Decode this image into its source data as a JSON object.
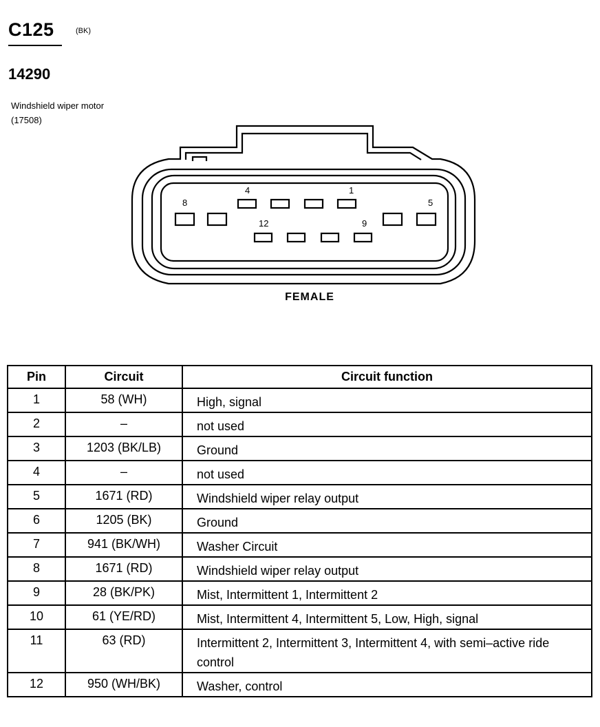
{
  "connector": {
    "id": "C125",
    "color_code": "(BK)"
  },
  "part": {
    "number": "14290",
    "description": "Windshield wiper motor (17508)"
  },
  "diagram": {
    "gender": "FEMALE",
    "pin_labels": {
      "p1": "1",
      "p4": "4",
      "p5": "5",
      "p8": "8",
      "p9": "9",
      "p12": "12"
    }
  },
  "table": {
    "headers": {
      "pin": "Pin",
      "circuit": "Circuit",
      "function": "Circuit function"
    },
    "rows": [
      {
        "pin": "1",
        "circuit": "58 (WH)",
        "function": "High, signal"
      },
      {
        "pin": "2",
        "circuit": "–",
        "function": "not used"
      },
      {
        "pin": "3",
        "circuit": "1203 (BK/LB)",
        "function": "Ground"
      },
      {
        "pin": "4",
        "circuit": "–",
        "function": "not used"
      },
      {
        "pin": "5",
        "circuit": "1671 (RD)",
        "function": "Windshield wiper relay output"
      },
      {
        "pin": "6",
        "circuit": "1205 (BK)",
        "function": "Ground"
      },
      {
        "pin": "7",
        "circuit": "941 (BK/WH)",
        "function": "Washer Circuit"
      },
      {
        "pin": "8",
        "circuit": "1671 (RD)",
        "function": "Windshield wiper relay output"
      },
      {
        "pin": "9",
        "circuit": "28 (BK/PK)",
        "function": "Mist, Intermittent 1, Intermittent 2"
      },
      {
        "pin": "10",
        "circuit": "61 (YE/RD)",
        "function": "Mist, Intermittent 4, Intermittent 5, Low, High, signal"
      },
      {
        "pin": "11",
        "circuit": "63 (RD)",
        "function": "Intermittent 2, Intermittent 3, Intermittent 4, with semi–active ride control"
      },
      {
        "pin": "12",
        "circuit": "950 (WH/BK)",
        "function": "Washer, control"
      }
    ]
  }
}
